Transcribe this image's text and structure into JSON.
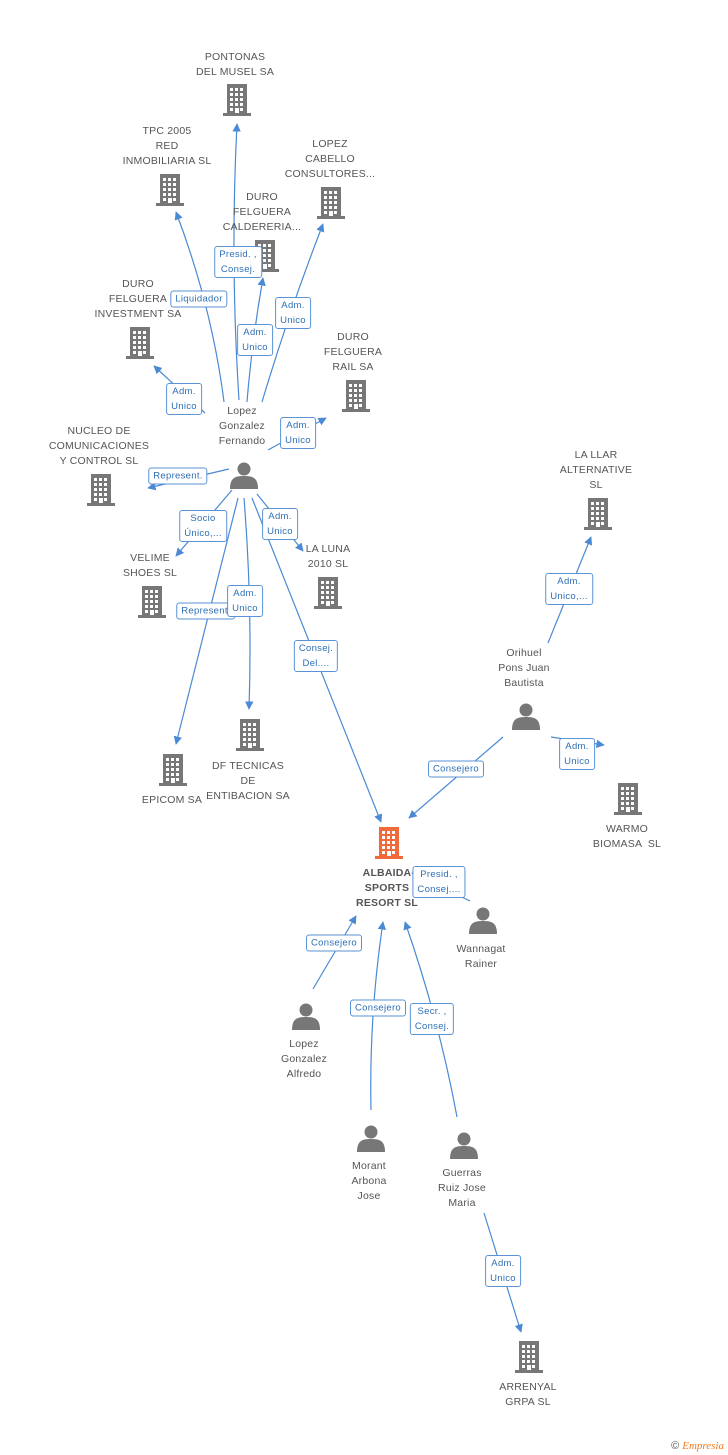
{
  "nodes": [
    {
      "id": "pontonas",
      "type": "company",
      "label": "PONTONAS\nDEL MUSEL SA"
    },
    {
      "id": "tpc",
      "type": "company",
      "label": "TPC 2005\nRED\nINMOBILIARIA SL"
    },
    {
      "id": "lopezcab",
      "type": "company",
      "label": "LOPEZ\nCABELLO\nCONSULTORES..."
    },
    {
      "id": "calderer",
      "type": "company",
      "label": "DURO\nFELGUERA\nCALDERERIA..."
    },
    {
      "id": "investment",
      "type": "company",
      "label": "DURO\nFELGUERA\nINVESTMENT SA"
    },
    {
      "id": "rail",
      "type": "company",
      "label": "DURO\nFELGUERA\nRAIL SA"
    },
    {
      "id": "nucleo",
      "type": "company",
      "label": "NUCLEO DE\nCOMUNICACIONES\nY CONTROL SL"
    },
    {
      "id": "lopezfer",
      "type": "person",
      "label": "Lopez\nGonzalez\nFernando"
    },
    {
      "id": "lallar",
      "type": "company",
      "label": "LA LLAR\nALTERNATIVE\nSL"
    },
    {
      "id": "velime",
      "type": "company",
      "label": "VELIME\nSHOES SL"
    },
    {
      "id": "laluna",
      "type": "company",
      "label": "LA LUNA\n2010 SL"
    },
    {
      "id": "orihuel",
      "type": "person",
      "label": "Orihuel\nPons Juan\nBautista"
    },
    {
      "id": "epicom",
      "type": "company",
      "label": "EPICOM SA"
    },
    {
      "id": "dftec",
      "type": "company",
      "label": "DF TECNICAS\nDE\nENTIBACION SA"
    },
    {
      "id": "warmo",
      "type": "company",
      "label": "WARMO\nBIOMASA  SL"
    },
    {
      "id": "albaida",
      "type": "focus",
      "label": "ALBAIDA\nSPORTS\nRESORT SL"
    },
    {
      "id": "wannagat",
      "type": "person",
      "label": "Wannagat\nRainer"
    },
    {
      "id": "lopezalf",
      "type": "person",
      "label": "Lopez\nGonzalez\nAlfredo"
    },
    {
      "id": "morant",
      "type": "person",
      "label": "Morant\nArbona\nJose"
    },
    {
      "id": "guerras",
      "type": "person",
      "label": "Guerras\nRuiz Jose\nMaria"
    },
    {
      "id": "arrenyal",
      "type": "company",
      "label": "ARRENYAL\nGRPA SL"
    }
  ],
  "edges": [
    {
      "from": "lopezfer",
      "to": "pontonas",
      "label": "Presid. ,\nConsej."
    },
    {
      "from": "lopezfer",
      "to": "tpc",
      "label": "Liquidador"
    },
    {
      "from": "lopezfer",
      "to": "lopezcab",
      "label": "Adm.\nUnico"
    },
    {
      "from": "lopezfer",
      "to": "calderer",
      "label": "Adm.\nUnico"
    },
    {
      "from": "lopezfer",
      "to": "investment",
      "label": "Adm.\nUnico"
    },
    {
      "from": "lopezfer",
      "to": "rail",
      "label": "Adm.\nUnico"
    },
    {
      "from": "lopezfer",
      "to": "nucleo",
      "label": "Represent."
    },
    {
      "from": "lopezfer",
      "to": "velime",
      "label": "Socio\nÚnico,..."
    },
    {
      "from": "lopezfer",
      "to": "laluna",
      "label": "Adm.\nUnico"
    },
    {
      "from": "lopezfer",
      "to": "epicom",
      "label": "Represent."
    },
    {
      "from": "lopezfer",
      "to": "dftec",
      "label": "Adm.\nUnico"
    },
    {
      "from": "lopezfer",
      "to": "albaida",
      "label": "Consej.\nDel...."
    },
    {
      "from": "orihuel",
      "to": "lallar",
      "label": "Adm.\nUnico,..."
    },
    {
      "from": "orihuel",
      "to": "warmo",
      "label": "Adm.\nUnico"
    },
    {
      "from": "orihuel",
      "to": "albaida",
      "label": "Consejero"
    },
    {
      "from": "wannagat",
      "to": "albaida",
      "label": "Presid. ,\nConsej...."
    },
    {
      "from": "lopezalf",
      "to": "albaida",
      "label": "Consejero"
    },
    {
      "from": "morant",
      "to": "albaida",
      "label": "Consejero"
    },
    {
      "from": "guerras",
      "to": "albaida",
      "label": "Secr. ,\nConsej."
    },
    {
      "from": "guerras",
      "to": "arrenyal",
      "label": "Adm.\nUnico"
    }
  ],
  "colors": {
    "edge": "#4a8ad4",
    "company": "#777777",
    "focus": "#f26a3a",
    "person": "#777777",
    "label_border": "#5a93d6"
  },
  "footer": {
    "copyright": "©",
    "brand": "Empresia"
  }
}
